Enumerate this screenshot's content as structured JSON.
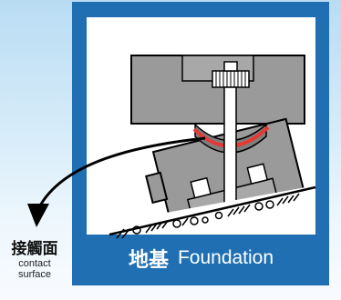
{
  "caption": {
    "zh": "地基",
    "en": "Foundation"
  },
  "contact_label": {
    "zh": "接觸面",
    "en_line1": "contact",
    "en_line2": "surface"
  },
  "colors": {
    "frame": "#1f6fb2",
    "block": "#9a9a9a",
    "contact_arc": "#e53935",
    "arrow": "#000000"
  }
}
